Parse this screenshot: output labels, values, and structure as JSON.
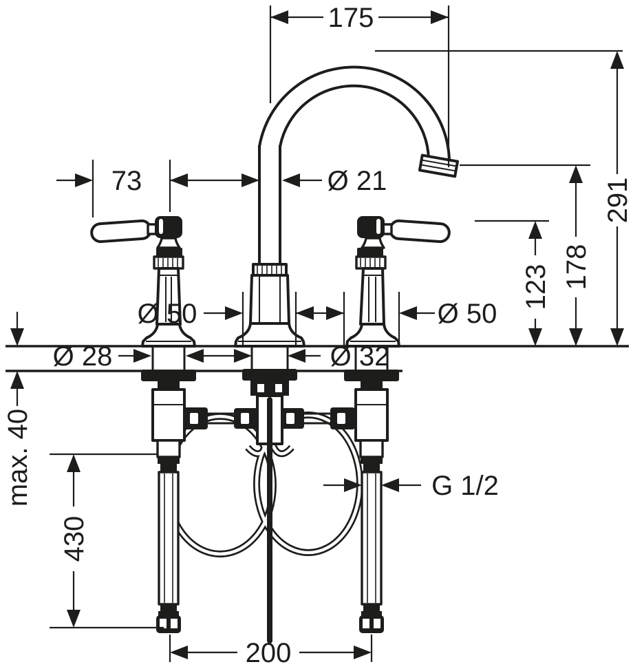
{
  "drawing": {
    "subject": "3-hole basin mixer with swivel spout and lever handles - dimensional technical drawing",
    "colors": {
      "line": "#1d1d1b",
      "background": "#ffffff"
    }
  },
  "labels": {
    "spout_reach": "175",
    "handle_projection": "73",
    "spout_pipe_diameter": "Ø 21",
    "height_total": "291",
    "height_spout_outlet": "178",
    "height_handle": "123",
    "escutcheon_left": "Ø 50",
    "escutcheon_right": "Ø 50",
    "hole_side": "Ø 28",
    "hole_center": "Ø 32",
    "deck_thickness_max": "max. 40",
    "hose_length": "430",
    "thread": "G 1/2",
    "hole_spacing": "200"
  }
}
